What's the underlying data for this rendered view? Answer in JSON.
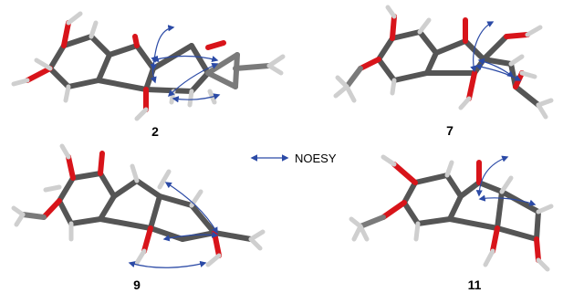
{
  "figure": {
    "legend": {
      "label": "NOESY",
      "color": "#2b4aa6"
    },
    "compounds": [
      {
        "label": "2"
      },
      {
        "label": "7"
      },
      {
        "label": "9"
      },
      {
        "label": "11"
      }
    ],
    "atom_colors": {
      "carbon": "#555555",
      "oxygen": "#d8141a",
      "hydrogen": "#cfcfcf"
    }
  }
}
